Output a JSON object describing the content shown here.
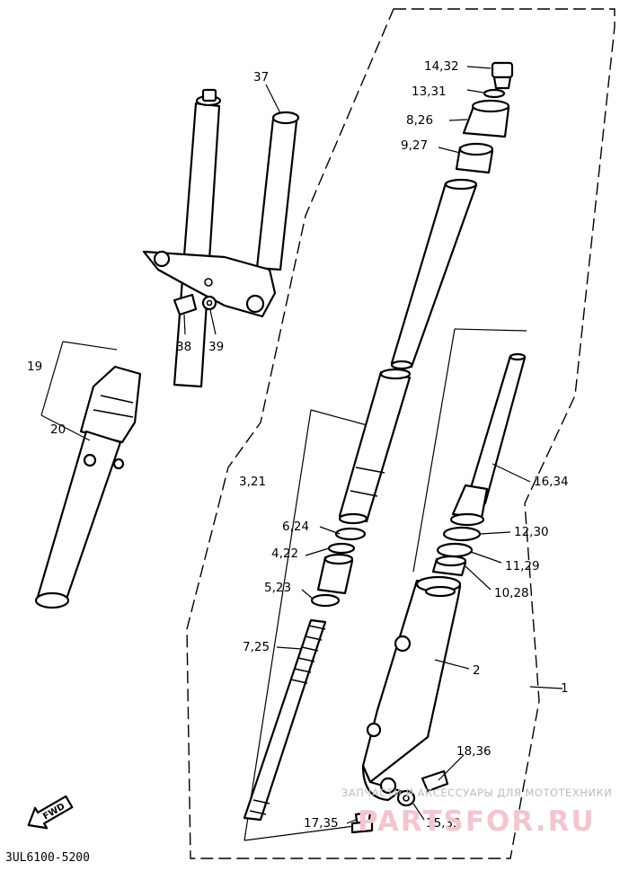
{
  "labels": {
    "p37": "37",
    "p14_32": "14,32",
    "p13_31": "13,31",
    "p8_26": "8,26",
    "p9_27": "9,27",
    "p19": "19",
    "p20": "20",
    "p38": "38",
    "p39": "39",
    "p3_21": "3,21",
    "p6_24": "6,24",
    "p4_22": "4,22",
    "p5_23": "5,23",
    "p7_25": "7,25",
    "p16_34": "16,34",
    "p12_30": "12,30",
    "p11_29": "11,29",
    "p10_28": "10,28",
    "p2": "2",
    "p1": "1",
    "p18_36": "18,36",
    "p17_35": "17,35",
    "p15_33": "15,33"
  },
  "fwd_arrow": "FWD",
  "diagram_code": "3UL6100-5200",
  "watermark": {
    "caption": "ЗАПЧАСТИ И АКСЕССУАРЫ ДЛЯ МОТОТЕХНИКИ",
    "brand": "PARTSFOR.RU"
  },
  "colors": {
    "ink": "#000000",
    "watermark_text": "#bdbdbd",
    "watermark_brand": "#f3c6cf"
  }
}
